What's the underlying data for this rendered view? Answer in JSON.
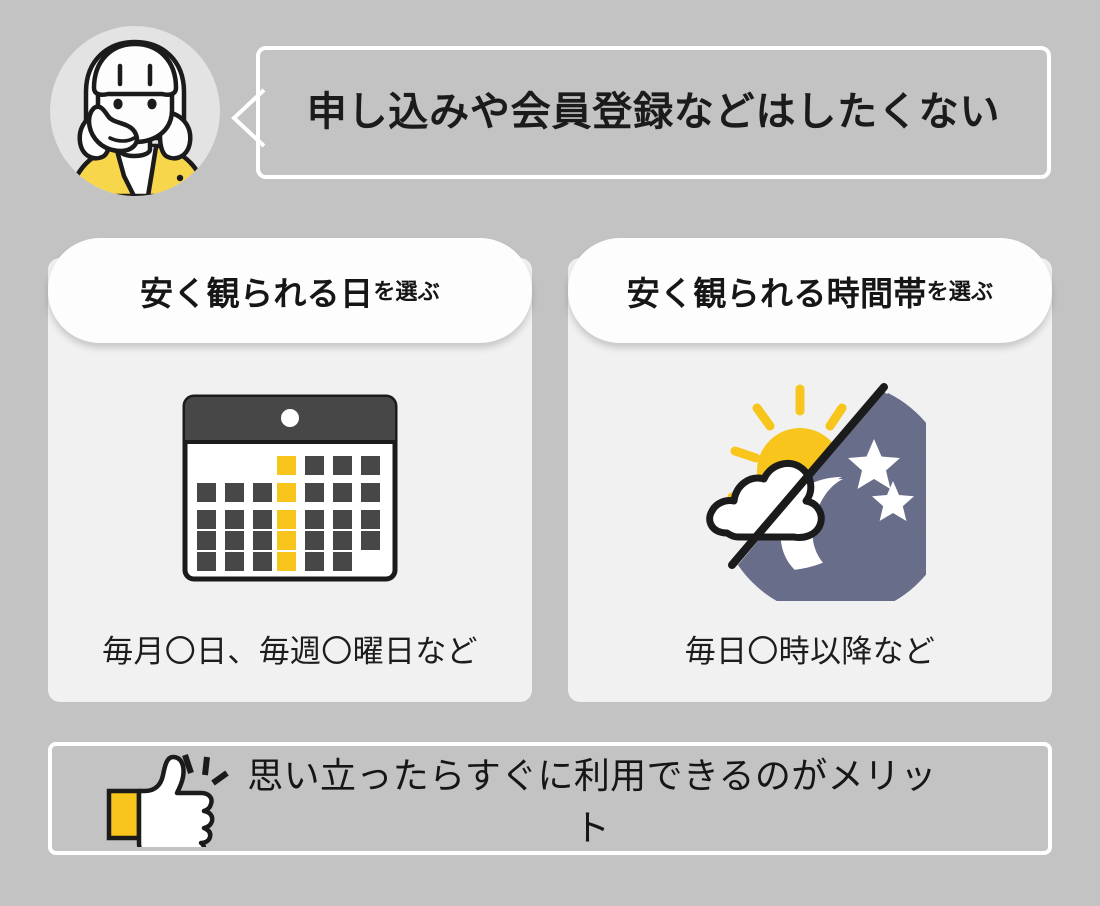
{
  "background_color": "#c3c3c3",
  "accent_yellow": "#f8c51c",
  "dark_gray": "#474747",
  "night_blue": "#686d89",
  "speech": {
    "avatar_icon": "woman-thinking-avatar",
    "text": "申し込みや会員登録などはしたくない"
  },
  "cards": [
    {
      "id": "cheap-day",
      "title_main": "安く観られる日",
      "title_sub": "を選ぶ",
      "figure_icon": "calendar-icon",
      "caption": "毎月〇日、毎週〇曜日など",
      "calendar": {
        "header_dot": true,
        "columns": 7,
        "rows": 5,
        "cells": [
          [
            null,
            null,
            null,
            "yellow",
            "gray",
            "gray",
            "gray"
          ],
          [
            "gray",
            "gray",
            "gray",
            "yellow",
            "gray",
            "gray",
            "gray"
          ],
          [
            "gray",
            "gray",
            "gray",
            "yellow",
            "gray",
            "gray",
            "gray"
          ],
          [
            "gray",
            "gray",
            "gray",
            "yellow",
            "gray",
            "gray",
            "gray"
          ],
          [
            "gray",
            "gray",
            "gray",
            "yellow",
            "gray",
            "gray",
            null
          ]
        ]
      }
    },
    {
      "id": "cheap-time",
      "title_main": "安く観られる時間帯",
      "title_sub": "を選ぶ",
      "figure_icon": "day-night-icon",
      "caption": "毎日〇時以降など"
    }
  ],
  "bottom": {
    "icon": "thumbs-up-icon",
    "text": "思い立ったらすぐに利用できるのがメリット"
  }
}
